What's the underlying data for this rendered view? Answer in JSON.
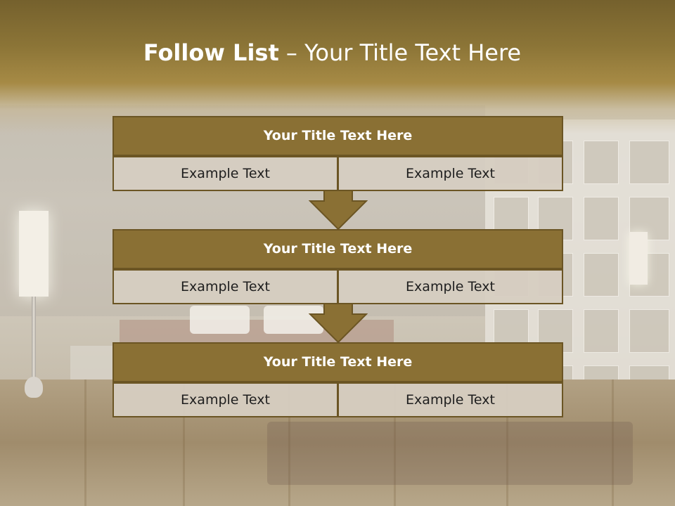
{
  "slide": {
    "title_bold": "Follow List",
    "title_rest": " – Your Title Text Here"
  },
  "blocks": [
    {
      "title": "Your Title Text Here",
      "left": "Example Text",
      "right": "Example Text"
    },
    {
      "title": "Your Title Text Here",
      "left": "Example Text",
      "right": "Example Text"
    },
    {
      "title": "Your Title Text Here",
      "left": "Example Text",
      "right": "Example Text"
    }
  ],
  "colors": {
    "header_brown": "#75612d",
    "block_title": "#8a7034",
    "cell_bg": "#d6cec1",
    "border": "#6b5524"
  }
}
